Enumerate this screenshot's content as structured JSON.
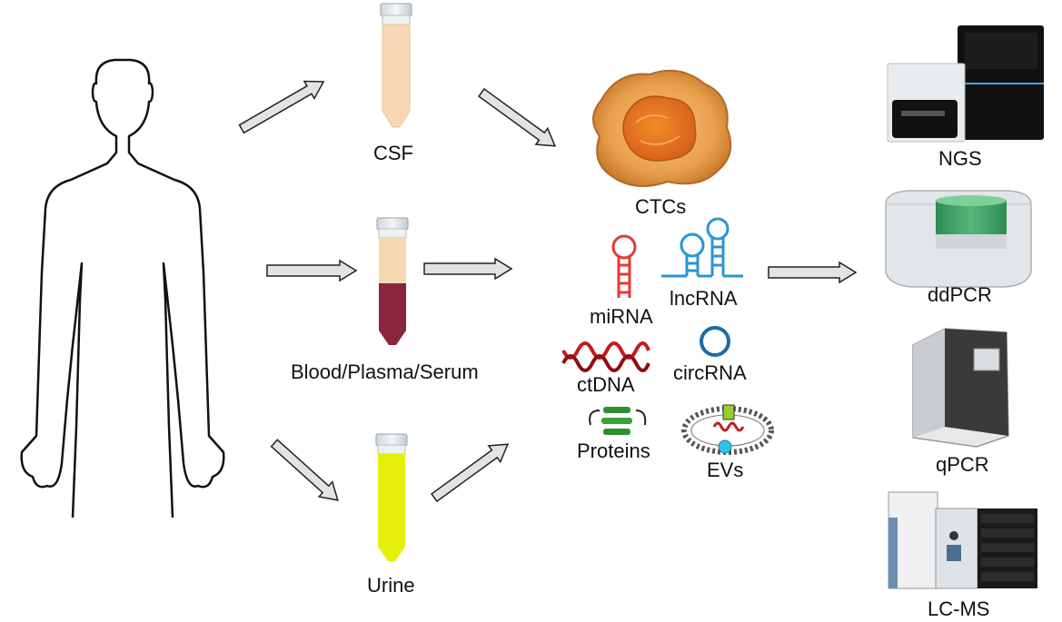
{
  "sources": {
    "csf": "CSF",
    "blood": "Blood/Plasma/Serum",
    "urine": "Urine"
  },
  "biomarkers": {
    "ctcs": "CTCs",
    "mirna": "miRNA",
    "lncrna": "lncRNA",
    "ctdna": "ctDNA",
    "circrna": "circRNA",
    "proteins": "Proteins",
    "evs": "EVs"
  },
  "methods": {
    "ngs": "NGS",
    "ddpcr": "ddPCR",
    "qpcr": "qPCR",
    "lcms": "LC-MS"
  },
  "colors": {
    "csf_fluid": "#f9d7b4",
    "plasma_layer": "#f7d9b0",
    "blood_cells": "#8a2540",
    "urine_fluid": "#e6ef0a",
    "mirna_stroke": "#e53935",
    "lncrna_stroke": "#2a95d5",
    "ctdna_red": "#c41a1a",
    "protein_green": "#2f8f2f",
    "ctc_orange": "#e9711f",
    "arrow_fill": "#e3e3e3"
  }
}
